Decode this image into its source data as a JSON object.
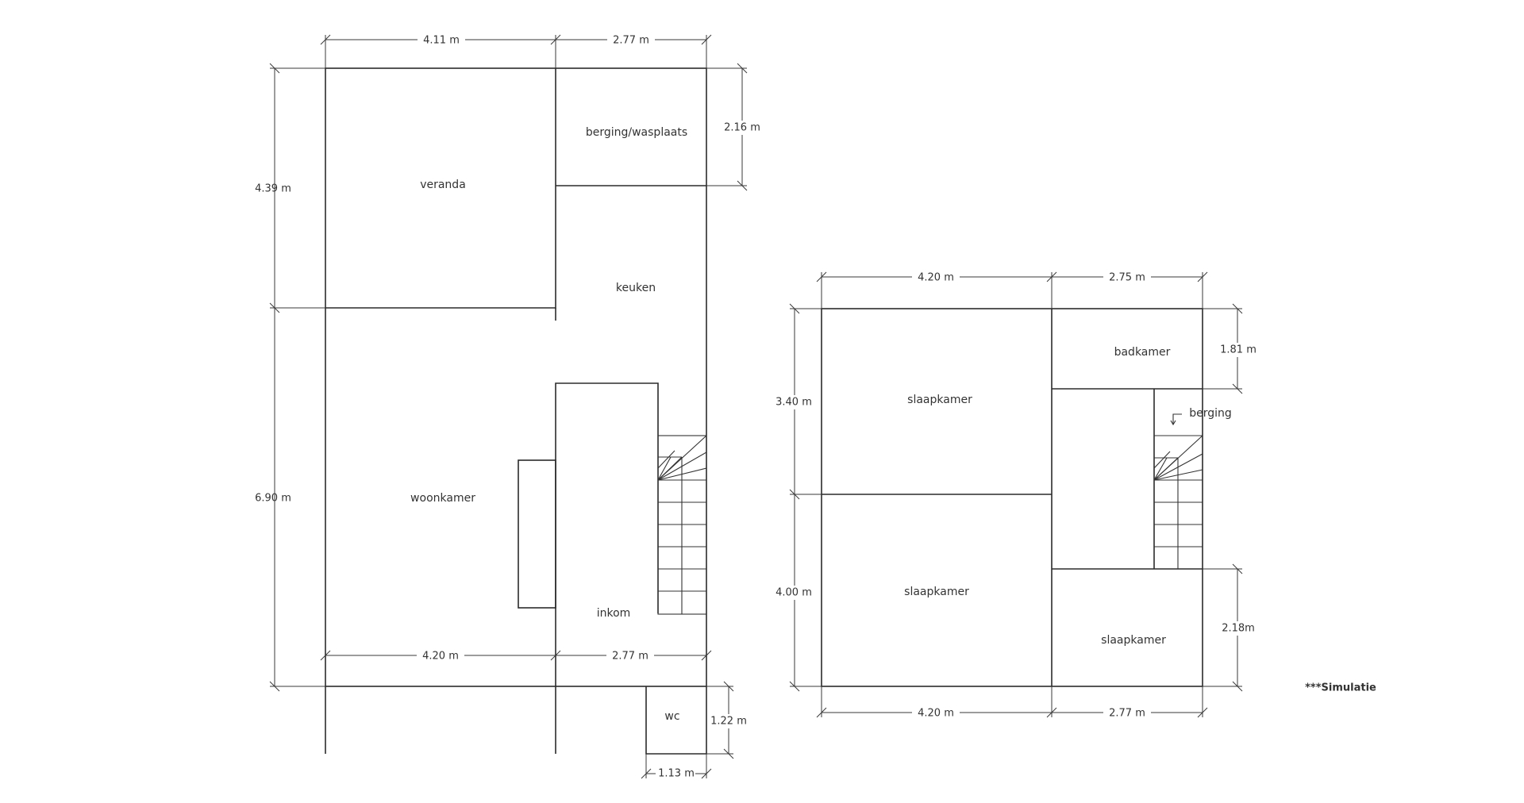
{
  "ground_floor": {
    "rooms": {
      "veranda": "veranda",
      "berging_wasplaats": "berging/wasplaats",
      "keuken": "keuken",
      "woonkamer": "woonkamer",
      "inkom": "inkom",
      "wc": "wc"
    },
    "dimensions": {
      "top_left": "4.11 m",
      "top_right": "2.77 m",
      "left_upper": "4.39 m",
      "left_lower": "6.90 m",
      "right_berging": "2.16 m",
      "bottom_left": "4.20 m",
      "bottom_right": "2.77 m",
      "wc_height": "1.22 m",
      "wc_width": "1.13 m"
    }
  },
  "first_floor": {
    "rooms": {
      "slaapkamer_1": "slaapkamer",
      "slaapkamer_2": "slaapkamer",
      "slaapkamer_3": "slaapkamer",
      "badkamer": "badkamer",
      "berging": "berging"
    },
    "dimensions": {
      "top_left": "4.20 m",
      "top_right": "2.75 m",
      "left_upper": "3.40 m",
      "left_lower": "4.00 m",
      "right_badkamer": "1.81 m",
      "right_lower": "2.18m",
      "bottom_left": "4.20 m",
      "bottom_right": "2.77 m"
    }
  },
  "note": "***Simulatie"
}
